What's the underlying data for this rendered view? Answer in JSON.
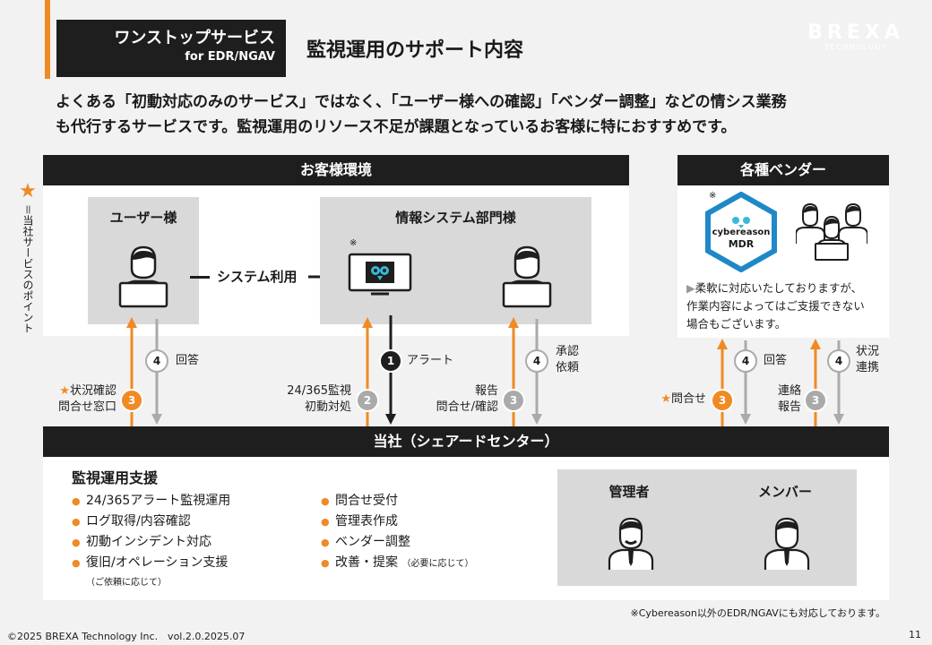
{
  "header": {
    "service_line1": "ワンストップサービス",
    "service_line2": "for EDR/NGAV",
    "page_title": "監視運用のサポート内容",
    "logo_main": "BREXA",
    "logo_sub": "TECHNOLOGY"
  },
  "lead": {
    "line1": "よくある「初動対応のみのサービス」ではなく、「ユーザー様への確認」「ベンダー調整」などの情シス業務",
    "line2": "も代行するサービスです。監視運用のリソース不足が課題となっているお客様に特におすすめです。"
  },
  "side_note": {
    "star": "★",
    "text": "＝当社サービスのポイント"
  },
  "customer": {
    "header": "お客様環境",
    "users_label": "ユーザー様",
    "system_use": "システム利用",
    "it_dept_label": "情報システム部門様",
    "note_mark": "※"
  },
  "vendors": {
    "header": "各種ベンダー",
    "note_mark": "※",
    "badge_brand": "cybereason",
    "badge_product": "MDR",
    "note_line1": "柔軟に対応いたしておりますが、",
    "note_line2": "作業内容によってはご支援できない",
    "note_line3": "場合もございます。",
    "note_tri": "▶"
  },
  "flows": {
    "user_up_num": "3",
    "user_up_star": "★",
    "user_up_label1": "状況確認",
    "user_up_label2": "問合せ窓口",
    "user_down_num": "4",
    "user_down_label": "回答",
    "it_up_num": "2",
    "it_up_label1": "24/365監視",
    "it_up_label2": "初動対処",
    "alert_num": "1",
    "alert_label": "アラート",
    "it2_up_num": "3",
    "it2_up_label1": "報告",
    "it2_up_label2": "問合せ/確認",
    "it2_down_num": "4",
    "it2_down_label1": "承認",
    "it2_down_label2": "依頼",
    "v_up_num": "3",
    "v_up_star": "★",
    "v_up_label": "問合せ",
    "v_down_num": "4",
    "v_down_label": "回答",
    "v2_up_num": "3",
    "v2_up_label1": "連絡",
    "v2_up_label2": "報告",
    "v2_down_num": "4",
    "v2_down_label1": "状況",
    "v2_down_label2": "連携"
  },
  "shared_center": {
    "header": "当社（シェアードセンター）",
    "support_title": "監視運用支援",
    "left_items": [
      "24/365アラート監視運用",
      "ログ取得/内容確認",
      "初動インシデント対応",
      "復旧/オペレーション支援"
    ],
    "left_note": "（ご依頼に応じて）",
    "right_items": [
      "問合せ受付",
      "管理表作成",
      "ベンダー調整",
      "改善・提案"
    ],
    "right_note": "（必要に応じて）",
    "admin_label": "管理者",
    "member_label": "メンバー"
  },
  "footer": {
    "note": "※Cybereason以外のEDR/NGAVにも対応しております。",
    "copyright": "©2025 BREXA Technology Inc.　vol.2.0.2025.07",
    "page": "11"
  },
  "colors": {
    "accent": "#f08a24",
    "dark": "#1e1e1e",
    "gray": "#d9d9d9",
    "badge": "#1e88c8"
  },
  "icons": [
    "person-laptop-icon",
    "monitor-owl-icon",
    "cybereason-mdr-badge",
    "group-laptop-icon",
    "admin-person-icon",
    "member-person-icon",
    "star-icon"
  ]
}
